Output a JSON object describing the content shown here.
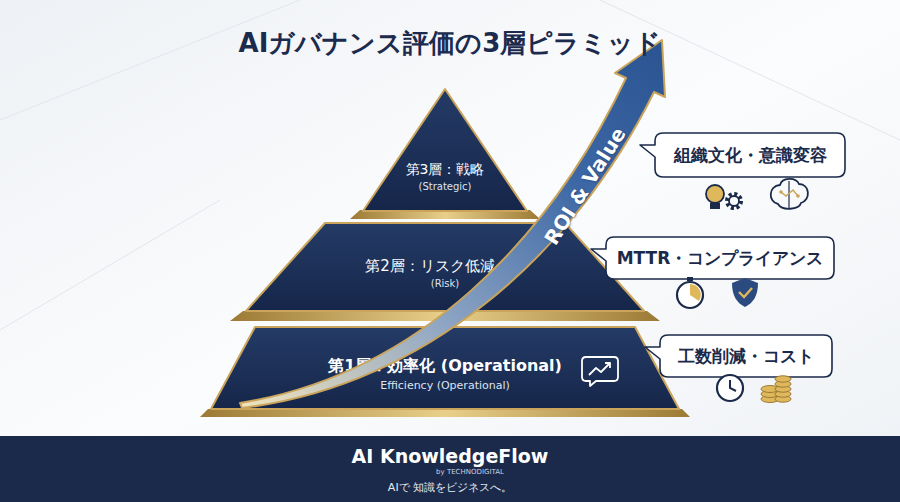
{
  "diagram": {
    "title": "AIガバナンス評価の3層ピラミッド",
    "nodes": [
      {
        "text": [
          "第3層：戦略",
          "(Strategic)"
        ]
      },
      {
        "text": [
          "第2層：リスク低減",
          "(Risk)"
        ]
      },
      {
        "text": [
          "第1層：効率化 (Operational)",
          "Efficiency (Operational)"
        ]
      },
      {
        "text": [
          "組織文化・意識変容"
        ]
      },
      {
        "text": [
          "MTTR・コンプライアンス"
        ]
      },
      {
        "text": [
          "工数削減・コスト"
        ]
      },
      {
        "text": [
          "AI KnowledgeFlow",
          "by TECHNODIGITAL",
          "AIで 知識をビジネスへ。"
        ]
      }
    ],
    "labels": [
      "ROI & Value"
    ]
  }
}
